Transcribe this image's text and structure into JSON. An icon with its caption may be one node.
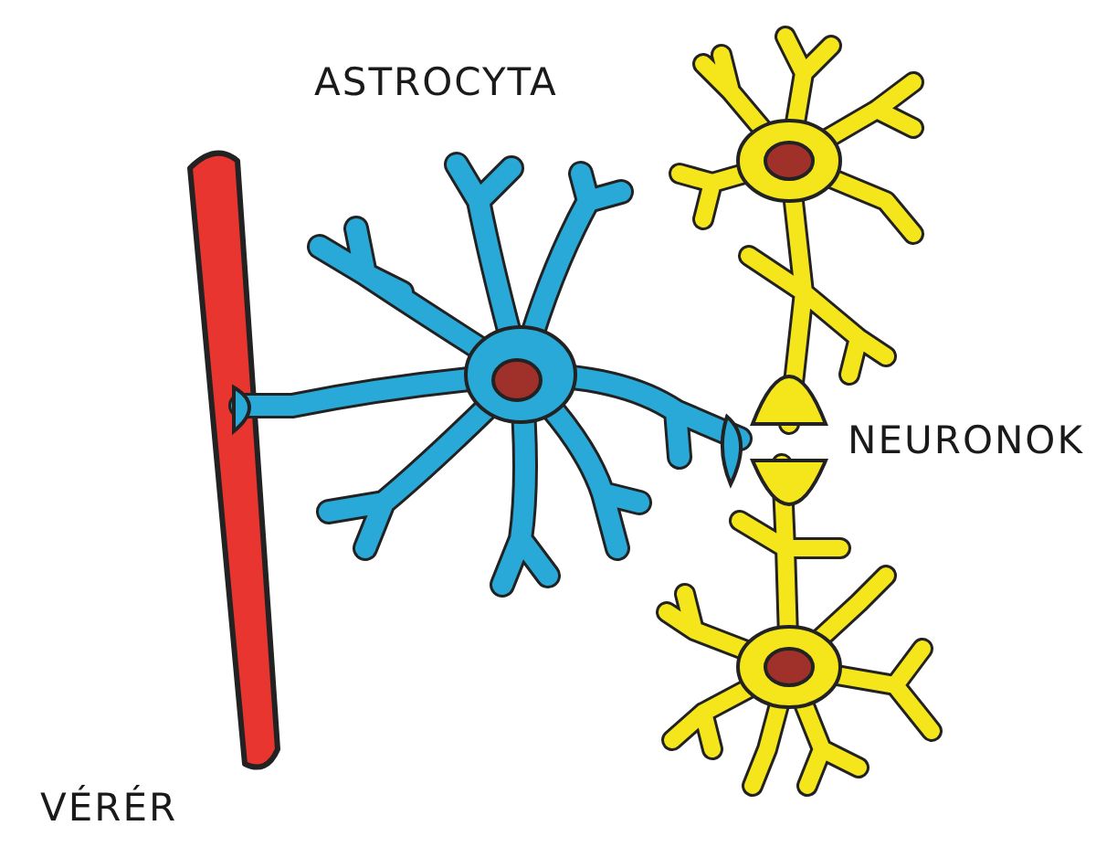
{
  "diagram": {
    "labels": [
      "ASTROCYTA",
      "NEURONOK",
      "VÉRÉR"
    ]
  }
}
